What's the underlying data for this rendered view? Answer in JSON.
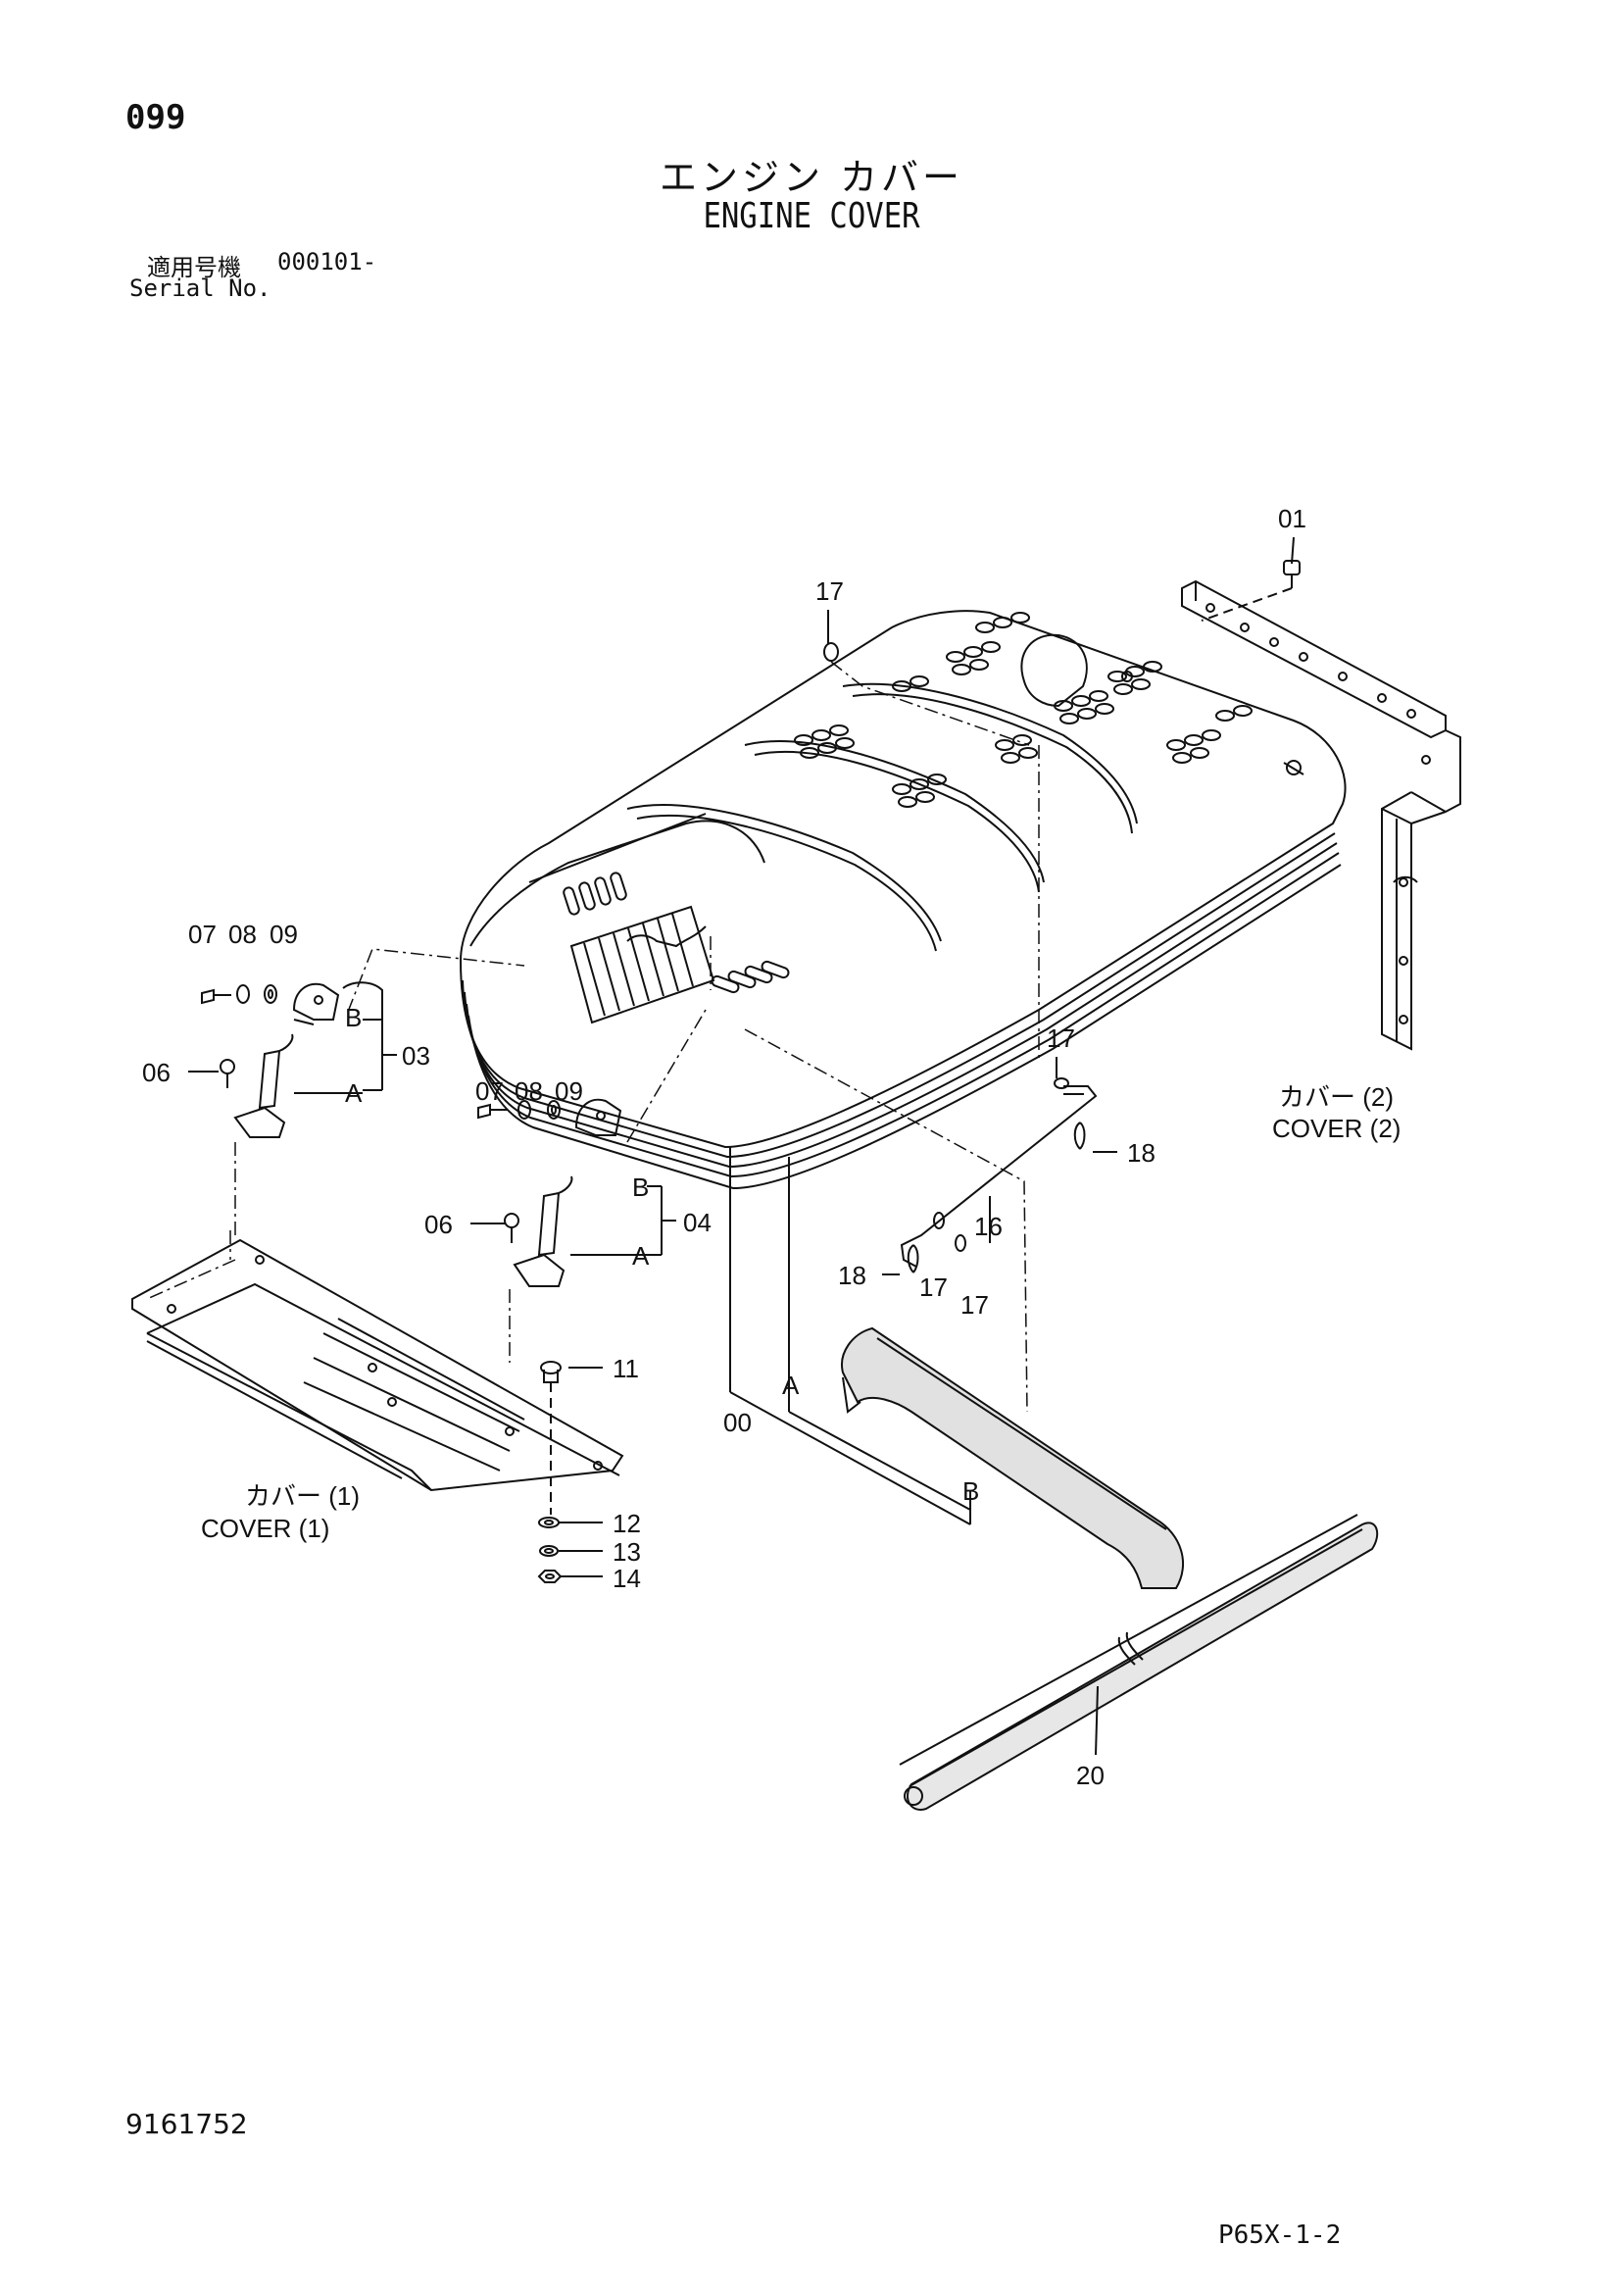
{
  "header": {
    "page_number": "099",
    "title_jp": "エンジン カバー",
    "title_en": "ENGINE COVER",
    "serial_label_jp": "適用号機",
    "serial_value": "000101-",
    "serial_label_en": "Serial No."
  },
  "callouts": {
    "c00": "00",
    "c01": "01",
    "c03": "03",
    "c04": "04",
    "c06a": "06",
    "c06b": "06",
    "c07a": "07",
    "c08a": "08",
    "c09a": "09",
    "c07b": "07",
    "c08b": "08",
    "c09b": "09",
    "c11": "11",
    "c12": "12",
    "c13": "13",
    "c14": "14",
    "c16": "16",
    "c17a": "17",
    "c17b": "17",
    "c17c": "17",
    "c17d": "17",
    "c18a": "18",
    "c18b": "18",
    "c20": "20",
    "refA1": "A",
    "refB1": "B",
    "refA2": "A",
    "refB2": "B",
    "refA3": "A",
    "refB3": "B"
  },
  "part_labels": {
    "cover1_jp": "カバー (1)",
    "cover1_en": "COVER (1)",
    "cover2_jp": "カバー (2)",
    "cover2_en": "COVER (2)"
  },
  "footer": {
    "document_number": "9161752",
    "model_code": "P65X-1-2"
  }
}
